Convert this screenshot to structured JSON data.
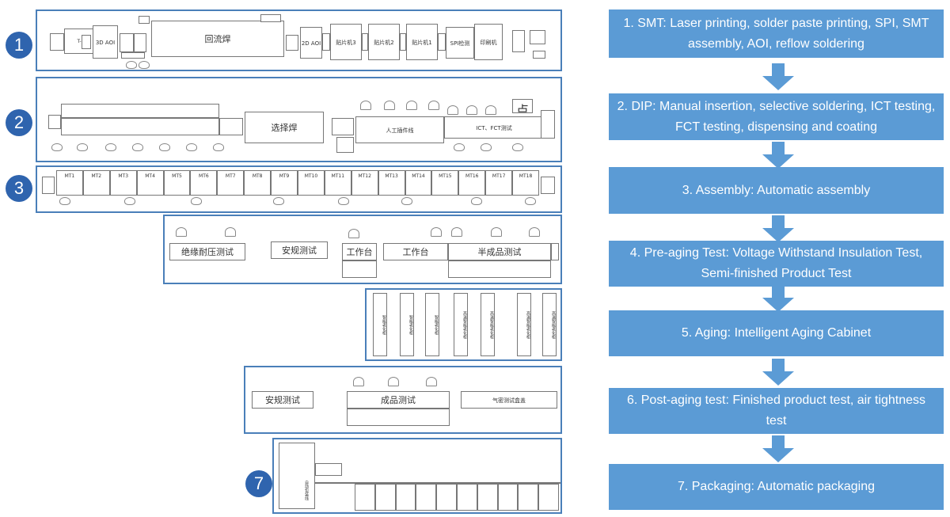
{
  "steps": [
    {
      "label": "1. SMT: Laser printing, solder paste printing, SPI, SMT assembly, AOI, reflow soldering"
    },
    {
      "label": "2. DIP: Manual insertion, selective soldering, ICT testing, FCT testing, dispensing and coating"
    },
    {
      "label": "3. Assembly: Automatic assembly"
    },
    {
      "label": "4. Pre-aging Test: Voltage Withstand Insulation Test, Semi-finished Product Test"
    },
    {
      "label": "5. Aging: Intelligent Aging Cabinet"
    },
    {
      "label": "6. Post-aging test: Finished product test, air tightness test"
    },
    {
      "label": "7. Packaging: Automatic packaging"
    }
  ],
  "markers": [
    "1",
    "2",
    "3",
    "7"
  ],
  "line1": {
    "tbk": "T-BK",
    "aoi3d": "3D AOI",
    "reflow": "回流焊",
    "aoi2d": "2D AOI",
    "mounter3": "贴片机3",
    "mounter2": "贴片机2",
    "mounter1": "贴片机1",
    "spi": "SPI检测",
    "printer": "印刷机"
  },
  "line2": {
    "selective": "选择焊",
    "manual": "人工插件线",
    "test_area": "ICT、FCT测试",
    "dispense": "点胶涂覆"
  },
  "line3": {
    "stations": [
      "MT1",
      "MT2",
      "MT3",
      "MT4",
      "MT5",
      "MT6",
      "MT7",
      "MT8",
      "MT9",
      "MT10",
      "MT11",
      "MT12",
      "MT13",
      "MT14",
      "MT15",
      "MT16",
      "MT17",
      "MT18"
    ]
  },
  "line4": {
    "hipot": "绝缘耐压测试",
    "safety": "安规测试",
    "bench1": "工作台",
    "bench2": "工作台",
    "semi": "半成品测试"
  },
  "line5": {
    "cabinets": [
      "智能老化柜",
      "智能老化柜",
      "智能老化柜",
      "高温智能老化柜",
      "高温智能老化柜",
      "高温智能老化柜",
      "高温智能老化柜"
    ]
  },
  "line6": {
    "safety": "安规测试",
    "finished": "成品测试",
    "airtight": "气密测试盒盖"
  },
  "line7": {
    "packer": "自动包装线"
  }
}
